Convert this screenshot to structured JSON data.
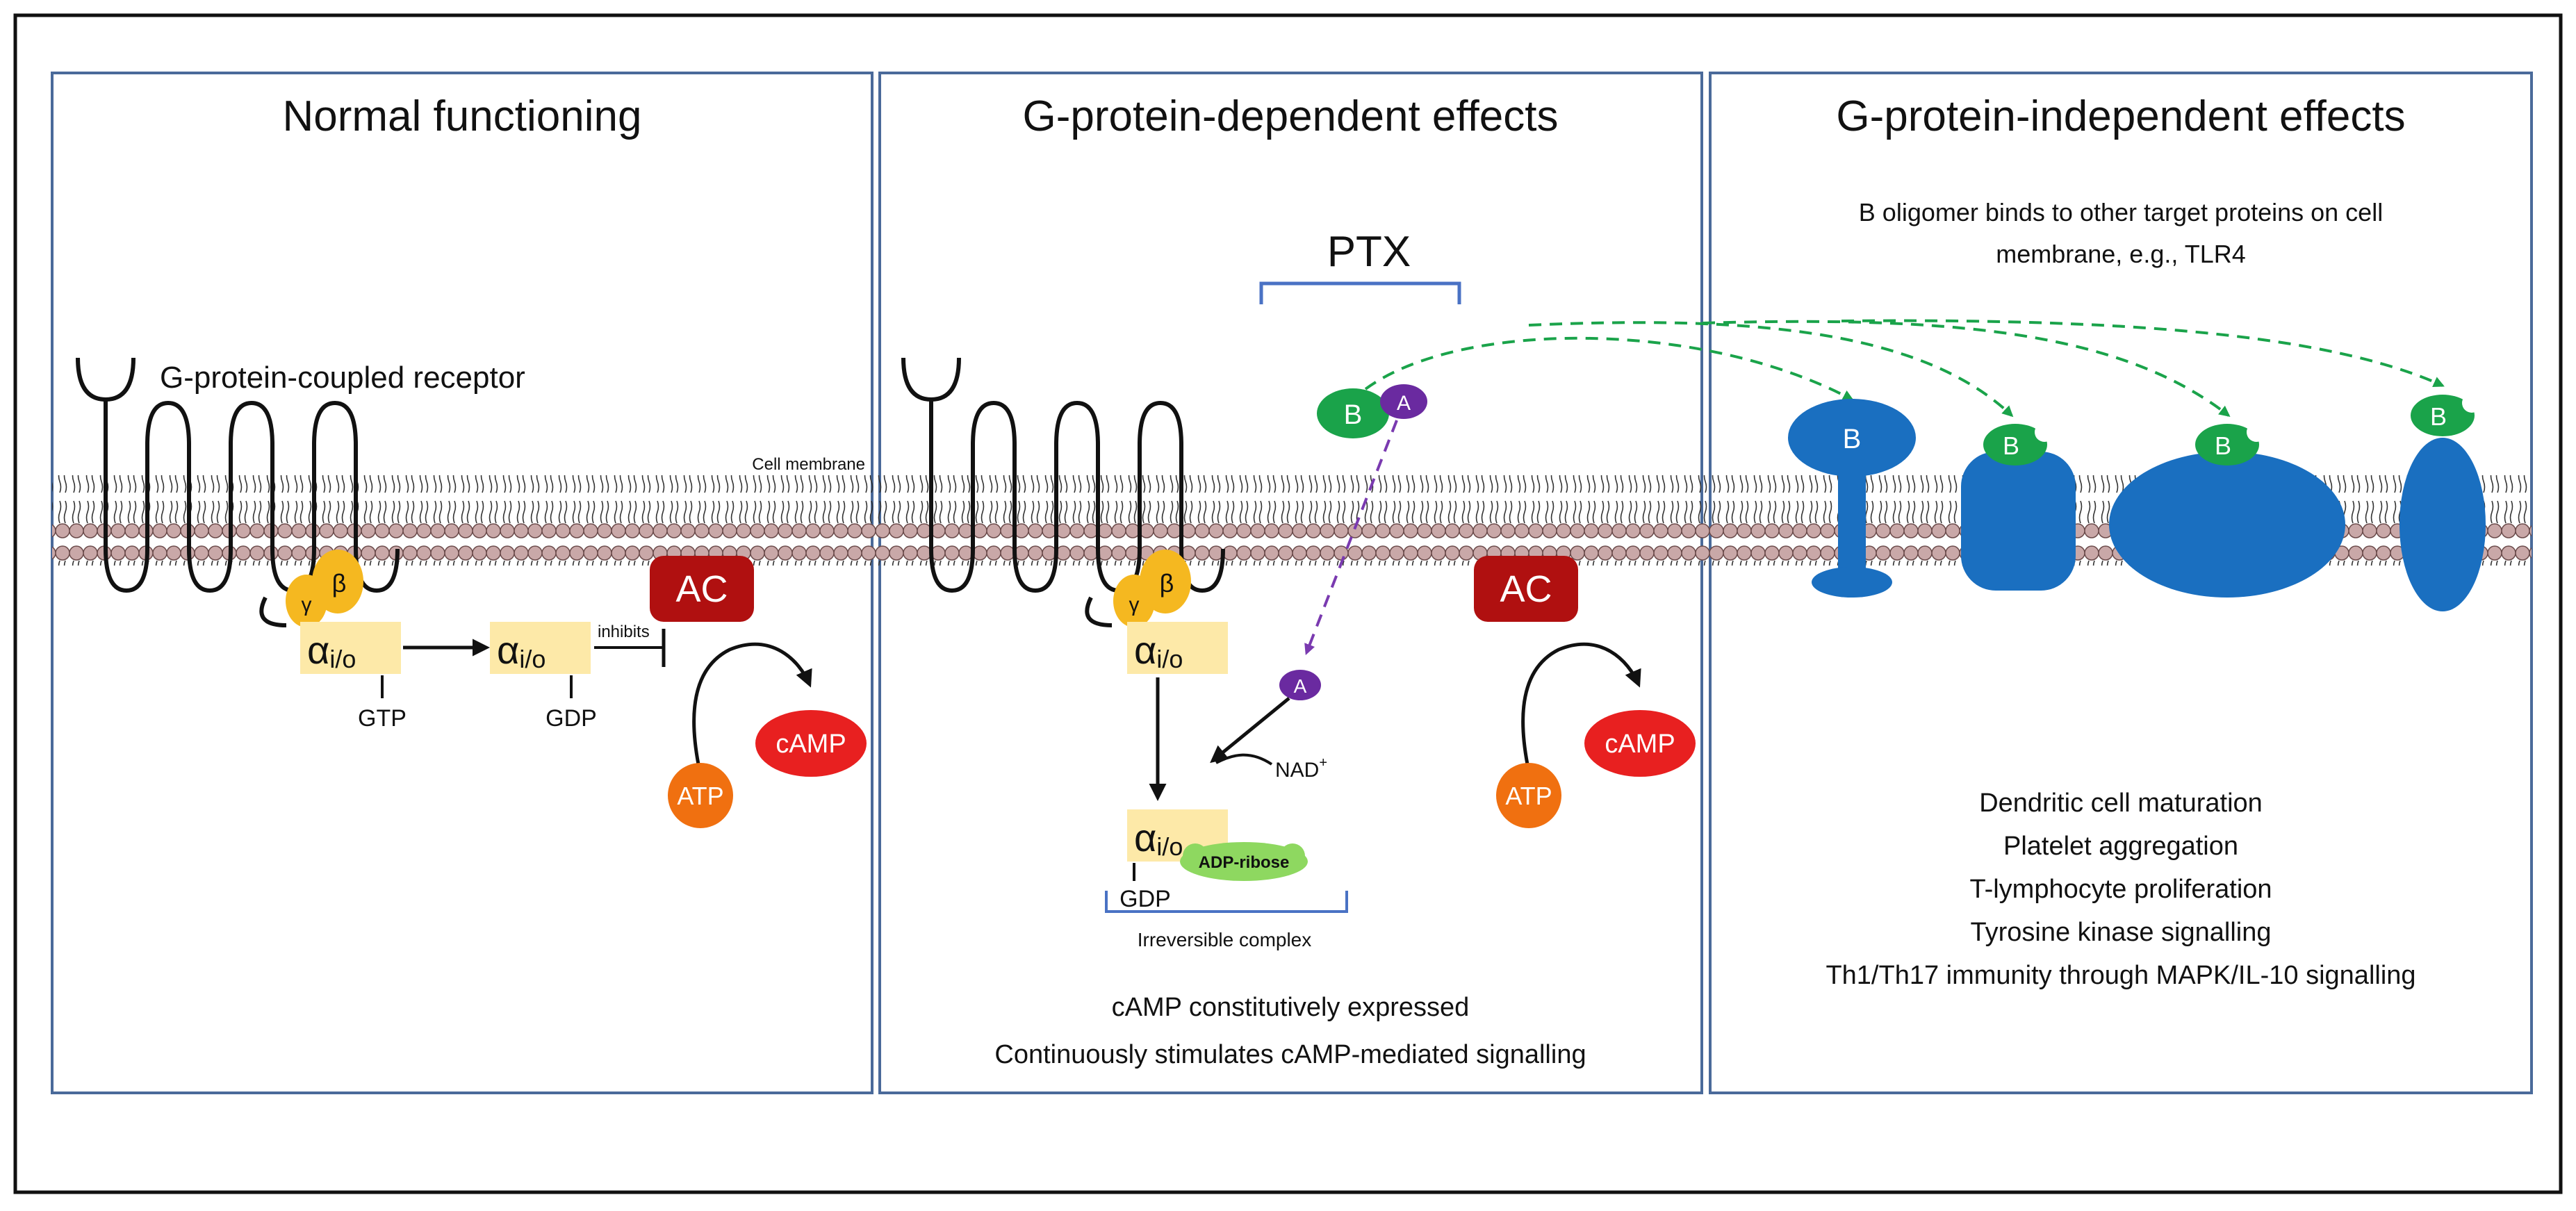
{
  "panels": [
    {
      "title": "Normal functioning",
      "receptor_label": "G-protein-coupled receptor",
      "membrane_label": "Cell membrane",
      "alpha_symbol": "α",
      "alpha_sub": "i/o",
      "beta": "β",
      "gamma": "γ",
      "gtp": "GTP",
      "gdp": "GDP",
      "inhibits": "inhibits",
      "ac": "AC",
      "atp": "ATP",
      "camp": "cAMP"
    },
    {
      "title": "G-protein-dependent effects",
      "ptx": "PTX",
      "b": "B",
      "a": "A",
      "nad": "NAD",
      "nad_sup": "+",
      "adp_ribose": "ADP-ribose",
      "gdp": "GDP",
      "complex": "Irreversible complex",
      "ac": "AC",
      "atp": "ATP",
      "camp": "cAMP",
      "footer": [
        "cAMP constitutively expressed",
        "Continuously stimulates cAMP-mediated signalling"
      ]
    },
    {
      "title": "G-protein-independent effects",
      "description": [
        "B oligomer binds to other target proteins on cell",
        "membrane, e.g., TLR4"
      ],
      "b": "B",
      "effects": [
        "Dendritic cell maturation",
        "Platelet aggregation",
        "T-lymphocyte proliferation",
        "Tyrosine kinase signalling",
        "Th1/Th17 immunity through MAPK/IL-10 signalling"
      ]
    }
  ],
  "colors": {
    "panel_border": "#4a6a9a",
    "membrane_head": "#c9a8a8",
    "ac": "#b01010",
    "atp": "#f07010",
    "camp": "#e82020",
    "g_beta_gamma": "#f5b820",
    "alpha_box": "#fde9a8",
    "ptx_b": "#1aa34a",
    "ptx_a": "#6a2aa0",
    "adp_ribose": "#8ed860",
    "target_protein": "#1a6fc0",
    "bracket": "#4a72c4"
  }
}
